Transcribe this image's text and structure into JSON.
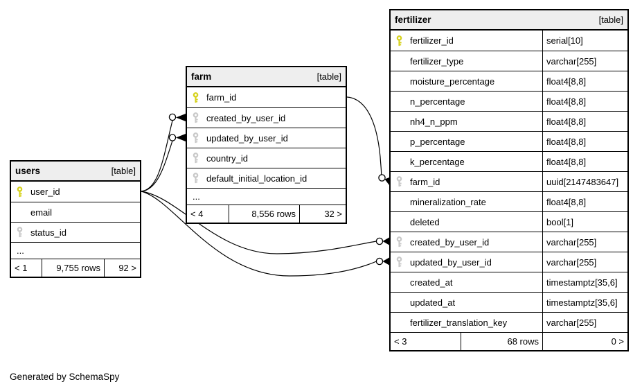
{
  "diagram": {
    "caption": "Generated by SchemaSpy"
  },
  "colors": {
    "header_bg": "#eeeeee",
    "border": "#000000",
    "line": "#000000",
    "pk_key": "#d6d21d",
    "fk_key": "#c9c9c9"
  },
  "tables": [
    {
      "id": "users",
      "name": "users",
      "tag": "[table]",
      "columns": [
        {
          "name": "user_id",
          "key": "pk"
        },
        {
          "name": "email"
        },
        {
          "name": "status_id",
          "key": "fk"
        },
        {
          "name": "...",
          "ellipsis": true
        }
      ],
      "footer": {
        "left": "< 1",
        "center": "9,755 rows",
        "right": "92 >"
      }
    },
    {
      "id": "farm",
      "name": "farm",
      "tag": "[table]",
      "columns": [
        {
          "name": "farm_id",
          "key": "pk"
        },
        {
          "name": "created_by_user_id",
          "key": "fk"
        },
        {
          "name": "updated_by_user_id",
          "key": "fk"
        },
        {
          "name": "country_id",
          "key": "fk"
        },
        {
          "name": "default_initial_location_id",
          "key": "fk"
        },
        {
          "name": "...",
          "ellipsis": true
        }
      ],
      "footer": {
        "left": "< 4",
        "center": "8,556 rows",
        "right": "32 >"
      }
    },
    {
      "id": "fertilizer",
      "name": "fertilizer",
      "tag": "[table]",
      "columns": [
        {
          "name": "fertilizer_id",
          "key": "pk",
          "type": "serial[10]"
        },
        {
          "name": "fertilizer_type",
          "type": "varchar[255]"
        },
        {
          "name": "moisture_percentage",
          "type": "float4[8,8]"
        },
        {
          "name": "n_percentage",
          "type": "float4[8,8]"
        },
        {
          "name": "nh4_n_ppm",
          "type": "float4[8,8]"
        },
        {
          "name": "p_percentage",
          "type": "float4[8,8]"
        },
        {
          "name": "k_percentage",
          "type": "float4[8,8]"
        },
        {
          "name": "farm_id",
          "key": "fk",
          "type": "uuid[2147483647]"
        },
        {
          "name": "mineralization_rate",
          "type": "float4[8,8]"
        },
        {
          "name": "deleted",
          "type": "bool[1]"
        },
        {
          "name": "created_by_user_id",
          "key": "fk",
          "type": "varchar[255]"
        },
        {
          "name": "updated_by_user_id",
          "key": "fk",
          "type": "varchar[255]"
        },
        {
          "name": "created_at",
          "type": "timestamptz[35,6]"
        },
        {
          "name": "updated_at",
          "type": "timestamptz[35,6]"
        },
        {
          "name": "fertilizer_translation_key",
          "type": "varchar[255]"
        }
      ],
      "footer": {
        "left": "< 3",
        "center": "68 rows",
        "right": "0 >"
      }
    }
  ],
  "relationships": [
    {
      "from": "users.user_id",
      "to": "farm.created_by_user_id"
    },
    {
      "from": "users.user_id",
      "to": "farm.updated_by_user_id"
    },
    {
      "from": "users.user_id",
      "to": "fertilizer.created_by_user_id"
    },
    {
      "from": "users.user_id",
      "to": "fertilizer.updated_by_user_id"
    },
    {
      "from": "farm.farm_id",
      "to": "fertilizer.farm_id"
    }
  ]
}
